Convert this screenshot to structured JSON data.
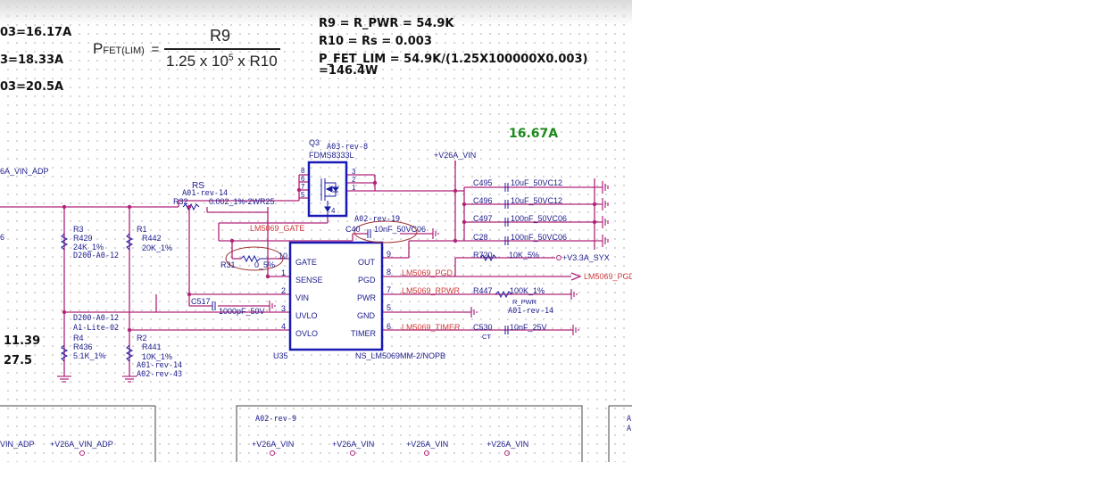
{
  "left_calcs": [
    "03=16.17A",
    "3=18.33A",
    "03=20.5A"
  ],
  "formula": {
    "lhs": "P",
    "lhs_sub": "FET(LIM)",
    "eq": "=",
    "num": "R9",
    "den": "1.25 x 10",
    "den_exp": "5",
    "den_tail": " x R10"
  },
  "calc_lines": [
    "R9 = R_PWR = 54.9K",
    "R10 = Rs = 0.003",
    "P_FET_LIM = 54.9K/(1.25X100000X0.003)",
    "=146.4W"
  ],
  "current_note": "16.67A",
  "left_values": [
    "11.39",
    "27.5"
  ],
  "net_left": "6A_VIN_ADP",
  "net_vin": "+V26A_VIN",
  "mosfet": {
    "ref": "Q3",
    "rev": "A03-rev-8",
    "part": "FDMS8333L",
    "pins_left": [
      "8",
      "6",
      "7",
      "5"
    ],
    "pins_right": [
      "3",
      "2",
      "1"
    ],
    "pin_gate": "4"
  },
  "rs": {
    "label": "RS",
    "rev": "A01-rev-14",
    "ref": "R32",
    "value": "0.002_1%-2WR25"
  },
  "c40": {
    "rev": "A02-rev-19",
    "ref": "C40",
    "value": "10nF_50VC06"
  },
  "gate_net": "LM5069_GATE",
  "r31": {
    "ref": "R31",
    "value": "0_5%"
  },
  "caps_right": [
    {
      "ref": "C495",
      "value": "10uF_50VC12"
    },
    {
      "ref": "C496",
      "value": "10uF_50VC12"
    },
    {
      "ref": "C497",
      "value": "100nF_50VC06"
    },
    {
      "ref": "C28",
      "value": "100nF_50VC06"
    }
  ],
  "ic": {
    "ref": "U35",
    "part": "NS_LM5069MM-2/NOPB",
    "left_pins": [
      {
        "num": "10",
        "name": "GATE"
      },
      {
        "num": "1",
        "name": "SENSE"
      },
      {
        "num": "2",
        "name": "VIN"
      },
      {
        "num": "3",
        "name": "UVLO"
      },
      {
        "num": "4",
        "name": "OVLO"
      }
    ],
    "right_pins": [
      {
        "num": "9",
        "name": "OUT"
      },
      {
        "num": "8",
        "name": "PGD"
      },
      {
        "num": "7",
        "name": "PWR"
      },
      {
        "num": "5",
        "name": "GND"
      },
      {
        "num": "6",
        "name": "TIMER"
      }
    ]
  },
  "r720": {
    "ref": "R720",
    "value": "10K_5%",
    "net": "+V3.3A_SYX"
  },
  "pgd_net": "LM5069_PGD",
  "pgd_offpage": "LM5069_PGD",
  "rpwr_net": "LM5069_RPWR",
  "r447": {
    "ref": "R447",
    "value": "100K_1%",
    "tag": "R_PWR",
    "rev": "A01-rev-14"
  },
  "timer_net": "LM5069_TIMER",
  "c530": {
    "ref": "C530",
    "value": "10nF_25V",
    "tag": "CT"
  },
  "c517": {
    "ref": "C517",
    "value": "1000pF_50V"
  },
  "r3": {
    "ref": "R3",
    "name": "R429",
    "value": "24K_1%",
    "rev": "D200-A0-12"
  },
  "r1": {
    "ref": "R1",
    "name": "R442",
    "value": "20K_1%"
  },
  "r4": {
    "rev1": "D200-A0-12",
    "rev2": "A1-Lite-02",
    "ref": "R4",
    "name": "R436",
    "value": "5.1K_1%"
  },
  "r2": {
    "ref": "R2",
    "name": "R441",
    "value": "10K_1%",
    "rev1": "A01-rev-14",
    "rev2": "A02-rev-43"
  },
  "bottom": {
    "rev": "A02-rev-9",
    "left_nets": [
      "VIN_ADP",
      "+V26A_VIN_ADP"
    ],
    "vin_nets": [
      "+V26A_VIN",
      "+V26A_VIN",
      "+V26A_VIN",
      "+V26A_VIN"
    ],
    "right_marks": [
      "A",
      "A"
    ]
  },
  "colors": {
    "wire": "#b0247a",
    "component": "#1a1aa0",
    "ic_border": "#1a1ab4",
    "ground": "#b0247a",
    "net_label": "#d23c3c",
    "note": "#1b8a1b"
  }
}
